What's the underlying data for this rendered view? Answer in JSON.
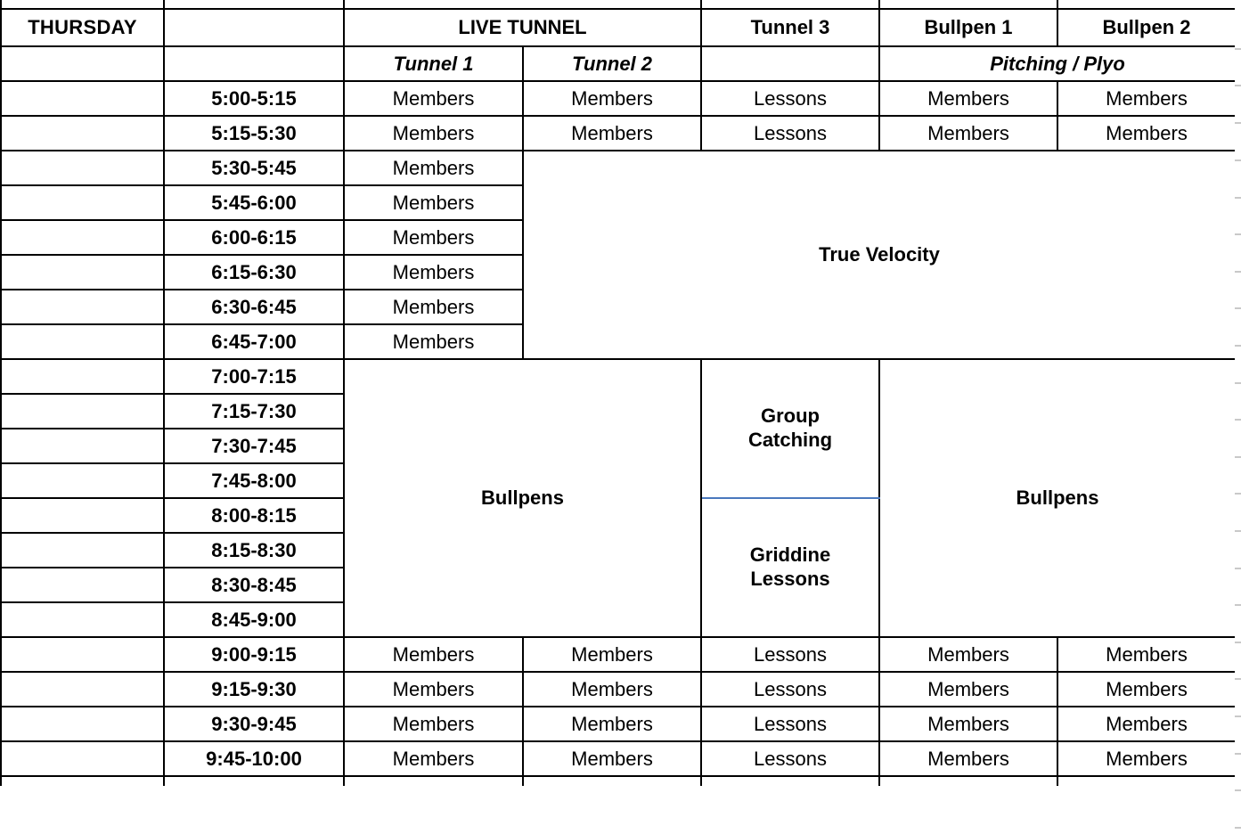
{
  "sheet": {
    "day_label": "THURSDAY",
    "columns": {
      "day": "",
      "time": "",
      "group_header_live_tunnel": "LIVE TUNNEL",
      "tunnel_3": "Tunnel 3",
      "bullpen_1": "Bullpen 1",
      "bullpen_2": "Bullpen 2"
    },
    "sub_headers": {
      "tunnel_1": "Tunnel 1",
      "tunnel_2": "Tunnel 2",
      "tunnel_3": "",
      "pitching_plyo": "Pitching / Plyo"
    },
    "labels": {
      "members": "Members",
      "lessons": "Lessons",
      "true_velocity": "True Velocity",
      "bullpens_left": "Bullpens",
      "bullpens_right": "Bullpens",
      "group_catching": "Group\nCatching",
      "group_catching_line1": "Group",
      "group_catching_line2": "Catching",
      "griddine_line1": "Griddine",
      "griddine_line2": "Lessons"
    },
    "colors": {
      "true_velocity": "#f6e3a1",
      "bullpens": "#8c18fa",
      "group_catching": "#d6d2e8",
      "griddine_lessons": "#5b8edb",
      "grid_line": "#000000",
      "text": "#000000",
      "background": "#ffffff"
    },
    "time_slots": [
      "5:00-5:15",
      "5:15-5:30",
      "5:30-5:45",
      "5:45-6:00",
      "6:00-6:15",
      "6:15-6:30",
      "6:30-6:45",
      "6:45-7:00",
      "7:00-7:15",
      "7:15-7:30",
      "7:30-7:45",
      "7:45-8:00",
      "8:00-8:15",
      "8:15-8:30",
      "8:30-8:45",
      "8:45-9:00",
      "9:00-9:15",
      "9:15-9:30",
      "9:30-9:45",
      "9:45-10:00"
    ],
    "rows": [
      {
        "time": "5:00-5:15",
        "tunnel_1": "Members",
        "tunnel_2": "Members",
        "tunnel_3": "Lessons",
        "bullpen_1": "Members",
        "bullpen_2": "Members"
      },
      {
        "time": "5:15-5:30",
        "tunnel_1": "Members",
        "tunnel_2": "Members",
        "tunnel_3": "Lessons",
        "bullpen_1": "Members",
        "bullpen_2": "Members"
      },
      {
        "time": "5:30-5:45",
        "tunnel_1": "Members",
        "tunnel_2": "True Velocity",
        "tunnel_3": "True Velocity",
        "bullpen_1": "True Velocity",
        "bullpen_2": "True Velocity"
      },
      {
        "time": "5:45-6:00",
        "tunnel_1": "Members",
        "tunnel_2": "True Velocity",
        "tunnel_3": "True Velocity",
        "bullpen_1": "True Velocity",
        "bullpen_2": "True Velocity"
      },
      {
        "time": "6:00-6:15",
        "tunnel_1": "Members",
        "tunnel_2": "True Velocity",
        "tunnel_3": "True Velocity",
        "bullpen_1": "True Velocity",
        "bullpen_2": "True Velocity"
      },
      {
        "time": "6:15-6:30",
        "tunnel_1": "Members",
        "tunnel_2": "True Velocity",
        "tunnel_3": "True Velocity",
        "bullpen_1": "True Velocity",
        "bullpen_2": "True Velocity"
      },
      {
        "time": "6:30-6:45",
        "tunnel_1": "Members",
        "tunnel_2": "True Velocity",
        "tunnel_3": "True Velocity",
        "bullpen_1": "True Velocity",
        "bullpen_2": "True Velocity"
      },
      {
        "time": "6:45-7:00",
        "tunnel_1": "Members",
        "tunnel_2": "True Velocity",
        "tunnel_3": "True Velocity",
        "bullpen_1": "True Velocity",
        "bullpen_2": "True Velocity"
      },
      {
        "time": "7:00-7:15",
        "tunnel_1": "Bullpens",
        "tunnel_2": "Bullpens",
        "tunnel_3": "Group Catching",
        "bullpen_1": "Bullpens",
        "bullpen_2": "Bullpens"
      },
      {
        "time": "7:15-7:30",
        "tunnel_1": "Bullpens",
        "tunnel_2": "Bullpens",
        "tunnel_3": "Group Catching",
        "bullpen_1": "Bullpens",
        "bullpen_2": "Bullpens"
      },
      {
        "time": "7:30-7:45",
        "tunnel_1": "Bullpens",
        "tunnel_2": "Bullpens",
        "tunnel_3": "Group Catching",
        "bullpen_1": "Bullpens",
        "bullpen_2": "Bullpens"
      },
      {
        "time": "7:45-8:00",
        "tunnel_1": "Bullpens",
        "tunnel_2": "Bullpens",
        "tunnel_3": "Group Catching",
        "bullpen_1": "Bullpens",
        "bullpen_2": "Bullpens"
      },
      {
        "time": "8:00-8:15",
        "tunnel_1": "Bullpens",
        "tunnel_2": "Bullpens",
        "tunnel_3": "Griddine Lessons",
        "bullpen_1": "Bullpens",
        "bullpen_2": "Bullpens"
      },
      {
        "time": "8:15-8:30",
        "tunnel_1": "Bullpens",
        "tunnel_2": "Bullpens",
        "tunnel_3": "Griddine Lessons",
        "bullpen_1": "Bullpens",
        "bullpen_2": "Bullpens"
      },
      {
        "time": "8:30-8:45",
        "tunnel_1": "Bullpens",
        "tunnel_2": "Bullpens",
        "tunnel_3": "Griddine Lessons",
        "bullpen_1": "Bullpens",
        "bullpen_2": "Bullpens"
      },
      {
        "time": "8:45-9:00",
        "tunnel_1": "Bullpens",
        "tunnel_2": "Bullpens",
        "tunnel_3": "Griddine Lessons",
        "bullpen_1": "Bullpens",
        "bullpen_2": "Bullpens"
      },
      {
        "time": "9:00-9:15",
        "tunnel_1": "Members",
        "tunnel_2": "Members",
        "tunnel_3": "Lessons",
        "bullpen_1": "Members",
        "bullpen_2": "Members"
      },
      {
        "time": "9:15-9:30",
        "tunnel_1": "Members",
        "tunnel_2": "Members",
        "tunnel_3": "Lessons",
        "bullpen_1": "Members",
        "bullpen_2": "Members"
      },
      {
        "time": "9:30-9:45",
        "tunnel_1": "Members",
        "tunnel_2": "Members",
        "tunnel_3": "Lessons",
        "bullpen_1": "Members",
        "bullpen_2": "Members"
      },
      {
        "time": "9:45-10:00",
        "tunnel_1": "Members",
        "tunnel_2": "Members",
        "tunnel_3": "Lessons",
        "bullpen_1": "Members",
        "bullpen_2": "Members"
      }
    ]
  }
}
